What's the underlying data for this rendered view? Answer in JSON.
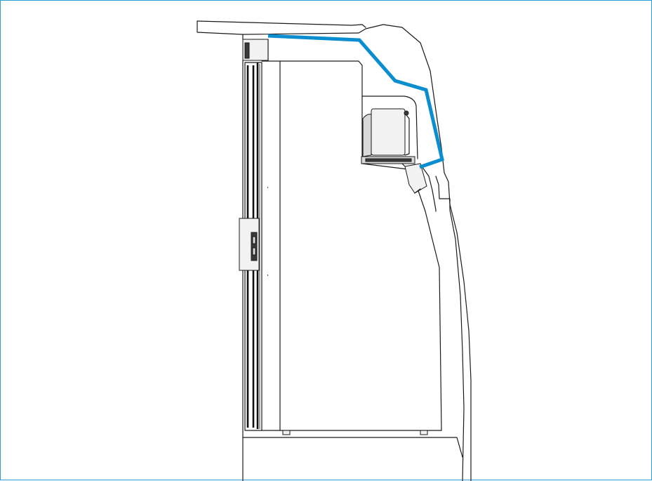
{
  "illustration": {
    "colors": {
      "frame_border": "#2a9fd6",
      "highlight_path": "#0a8ed0",
      "line": "#1a1a1a",
      "background": "#ffffff"
    },
    "icons": [
      "printer-side-view-illustration",
      "paper-path-highlight",
      "output-tray-door",
      "scanner-unit",
      "front-latch"
    ]
  }
}
